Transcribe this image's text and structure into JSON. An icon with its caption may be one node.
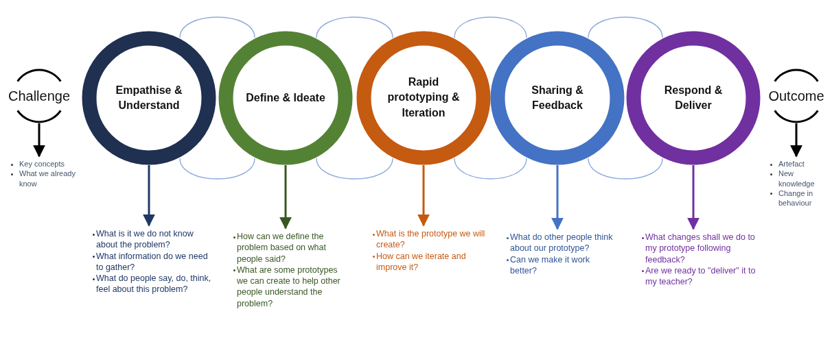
{
  "diagram": {
    "nodes": [
      {
        "text": [
          "Challenge"
        ]
      },
      {
        "text": [
          "Key concepts",
          "What we already know"
        ]
      },
      {
        "text": [
          "Empathise & Understand"
        ]
      },
      {
        "text": [
          "What is it we do not know about the problem?",
          "What information do we need to gather?",
          "What do people say, do, think, feel about this problem?"
        ]
      },
      {
        "text": [
          "Define & Ideate"
        ]
      },
      {
        "text": [
          "How can we define the problem based on what people said?",
          "What are some prototypes we can create to help other people understand the problem?"
        ]
      },
      {
        "text": [
          "Rapid prototyping & Iteration"
        ]
      },
      {
        "text": [
          "What is the prototype we will create?",
          "How can we iterate and improve it?"
        ]
      },
      {
        "text": [
          "Sharing & Feedback"
        ]
      },
      {
        "text": [
          "What do other people think about our prototype?",
          "Can we make it work better?"
        ]
      },
      {
        "text": [
          "Respond & Deliver"
        ]
      },
      {
        "text": [
          "What changes shall we do to my prototype following feedback?",
          "Are we ready to \"deliver\" it to my teacher?"
        ]
      },
      {
        "text": [
          "Outcome"
        ]
      },
      {
        "text": [
          "Artefact",
          "New knowledge",
          "Change in behaviour"
        ]
      }
    ],
    "edges": [
      {
        "from": 0,
        "to": 1,
        "arrow": "to",
        "color": "#000000"
      },
      {
        "from": 2,
        "to": 3,
        "arrow": "to",
        "color": "#1f3864"
      },
      {
        "from": 4,
        "to": 5,
        "arrow": "to",
        "color": "#385723"
      },
      {
        "from": 6,
        "to": 7,
        "arrow": "to",
        "color": "#c55a11"
      },
      {
        "from": 8,
        "to": 9,
        "arrow": "to",
        "color": "#4472c4"
      },
      {
        "from": 10,
        "to": 11,
        "arrow": "to",
        "color": "#7030a0"
      },
      {
        "from": 12,
        "to": 13,
        "arrow": "to",
        "color": "#000000"
      },
      {
        "from": 2,
        "to": 4,
        "arrow": "none"
      },
      {
        "from": 2,
        "to": 4,
        "arrow": "none"
      },
      {
        "from": 4,
        "to": 6,
        "arrow": "none"
      },
      {
        "from": 4,
        "to": 6,
        "arrow": "none"
      },
      {
        "from": 6,
        "to": 8,
        "arrow": "none"
      },
      {
        "from": 6,
        "to": 8,
        "arrow": "none"
      },
      {
        "from": 8,
        "to": 10,
        "arrow": "none"
      },
      {
        "from": 8,
        "to": 10,
        "arrow": "none"
      }
    ]
  }
}
